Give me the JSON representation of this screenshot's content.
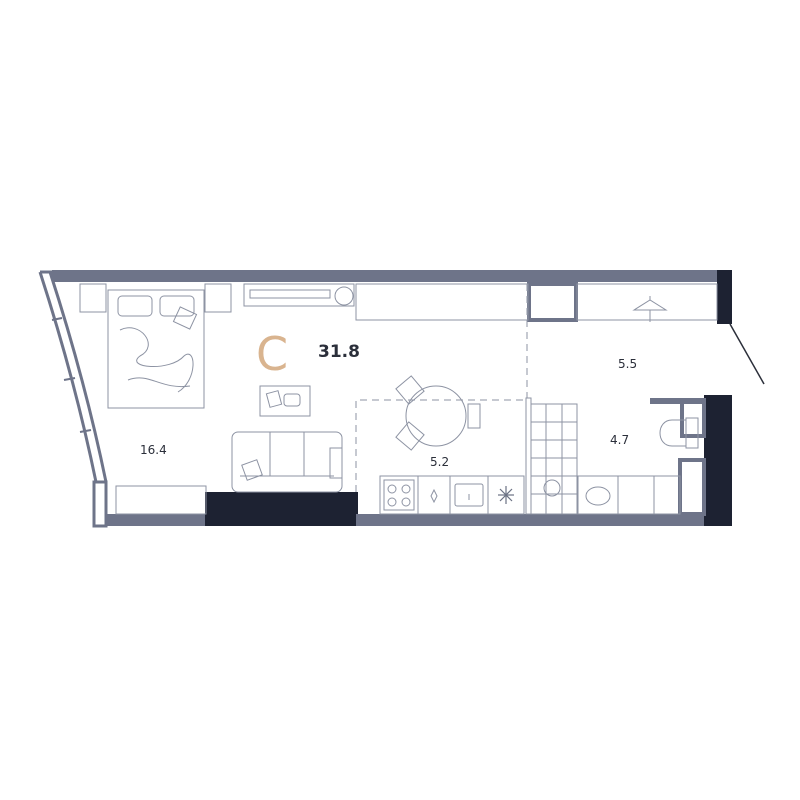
{
  "plan": {
    "type_letter": "C",
    "total_area": "31.8",
    "rooms": [
      {
        "id": "living",
        "area": "16.4"
      },
      {
        "id": "kitchen",
        "area": "5.2"
      },
      {
        "id": "hallway",
        "area": "5.5"
      },
      {
        "id": "bathroom",
        "area": "4.7"
      }
    ]
  },
  "colors": {
    "wall": "#6e7489",
    "wall_dark": "#1d2232",
    "accent": "#d9b48f",
    "line": "#8d93a3",
    "text": "#2b2f3a"
  }
}
